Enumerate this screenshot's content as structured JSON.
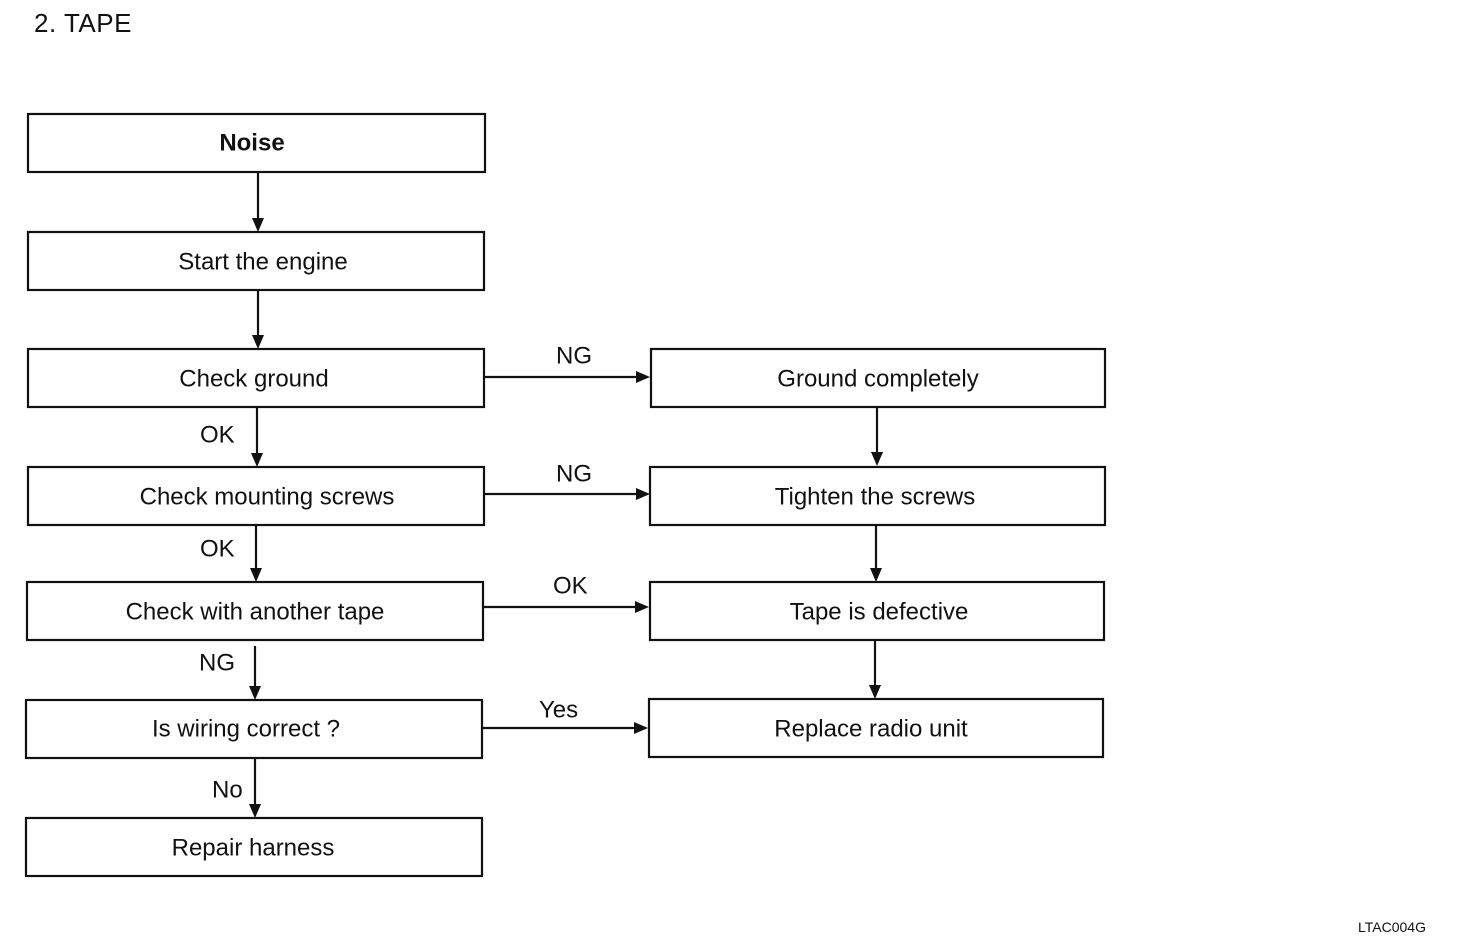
{
  "title": "2.  TAPE",
  "figure_code": "LTAC004G",
  "nodes": {
    "noise": "Noise",
    "start_engine": "Start the engine",
    "check_ground": "Check ground",
    "check_screws": "Check mounting screws",
    "check_tape": "Check with another tape",
    "wiring": "Is wiring correct ?",
    "repair_harness": "Repair harness",
    "ground_completely": "Ground completely",
    "tighten_screws": "Tighten the screws",
    "tape_defective": "Tape is defective",
    "replace_radio": "Replace radio unit"
  },
  "edge_labels": {
    "ground_ng": "NG",
    "ground_ok": "OK",
    "screws_ng": "NG",
    "screws_ok": "OK",
    "tape_ok": "OK",
    "tape_ng": "NG",
    "wiring_yes": "Yes",
    "wiring_no": "No"
  }
}
